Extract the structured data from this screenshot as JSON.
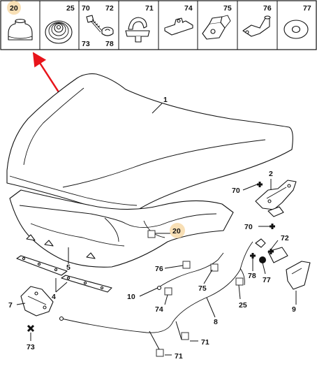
{
  "header_cells": [
    {
      "labels": [
        "20"
      ],
      "icon": "bump-stop-icon",
      "highlight": true
    },
    {
      "labels": [
        "25"
      ],
      "icon": "grommet-icon"
    },
    {
      "labels": [
        "70",
        "72",
        "73",
        "78"
      ],
      "icon": "screw-washer-icon"
    },
    {
      "labels": [
        "71"
      ],
      "icon": "cable-clip-icon"
    },
    {
      "labels": [
        "74"
      ],
      "icon": "rod-clip-icon"
    },
    {
      "labels": [
        "75"
      ],
      "icon": "rod-holder-icon"
    },
    {
      "labels": [
        "76"
      ],
      "icon": "push-rivet-icon"
    },
    {
      "labels": [
        "77"
      ],
      "icon": "washer-icon"
    }
  ],
  "callouts": {
    "c1": "1",
    "c2": "2",
    "c70a": "70",
    "c70b": "70",
    "c20": "20",
    "c72": "72",
    "c5": "5",
    "c76": "76",
    "c78": "78",
    "c77": "77",
    "c4": "4",
    "c75": "75",
    "c10": "10",
    "c7": "7",
    "c74": "74",
    "c25": "25",
    "c9": "9",
    "c8": "8",
    "c73": "73",
    "c71a": "71",
    "c71b": "71"
  },
  "colors": {
    "arrow": "#e8141b",
    "highlight": "#f7d9a8",
    "ink": "#111111"
  }
}
